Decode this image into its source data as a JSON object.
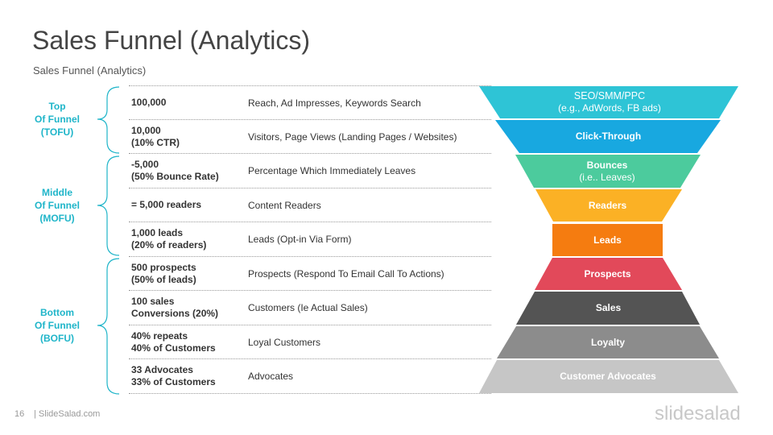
{
  "title": "Sales Funnel (Analytics)",
  "subtitle": "Sales Funnel (Analytics)",
  "groups": [
    {
      "label": "Top\nOf Funnel\n(TOFU)"
    },
    {
      "label": "Middle\nOf Funnel\n(MOFU)"
    },
    {
      "label": "Bottom\nOf Funnel\n(BOFU)"
    }
  ],
  "rows": [
    {
      "metric": "100,000",
      "desc": "Reach, Ad Impresses,  Keywords Search"
    },
    {
      "metric": "10,000\n(10% CTR)",
      "desc": "Visitors, Page Views (Landing Pages / Websites)"
    },
    {
      "metric": "-5,000\n(50% Bounce Rate)",
      "desc": "Percentage Which Immediately  Leaves"
    },
    {
      "metric": "= 5,000 readers",
      "desc": "Content Readers"
    },
    {
      "metric": "1,000 leads\n(20% of readers)",
      "desc": "Leads (Opt-in Via Form)"
    },
    {
      "metric": "500 prospects\n(50% of leads)",
      "desc": "Prospects (Respond To Email Call To Actions)"
    },
    {
      "metric": "100 sales\nConversions (20%)",
      "desc": "Customers (Ie Actual Sales)"
    },
    {
      "metric": "40% repeats\n40% of Customers",
      "desc": "Loyal Customers"
    },
    {
      "metric": "33 Advocates\n33% of Customers",
      "desc": "Advocates"
    }
  ],
  "funnel": [
    {
      "line1": "SEO/SMM/PPC",
      "line2": "(e.g., AdWords, FB ads)",
      "color": "#2ec4d6"
    },
    {
      "line1": "Click-Through",
      "line2": "",
      "color": "#18a8e0"
    },
    {
      "line1": "Bounces",
      "line2": "(i.e..  Leaves)",
      "color": "#4ccb9d"
    },
    {
      "line1": "Readers",
      "line2": "",
      "color": "#fbb125"
    },
    {
      "line1": "Leads",
      "line2": "",
      "color": "#f57c10"
    },
    {
      "line1": "Prospects",
      "line2": "",
      "color": "#e2495a"
    },
    {
      "line1": "Sales",
      "line2": "",
      "color": "#545454"
    },
    {
      "line1": "Loyalty",
      "line2": "",
      "color": "#8c8c8c"
    },
    {
      "line1": "Customer Advocates",
      "line2": "",
      "color": "#c6c6c6"
    }
  ],
  "footer": {
    "page_number": "16",
    "brand": "| SlideSalad.com",
    "logo": "slidesalad"
  }
}
